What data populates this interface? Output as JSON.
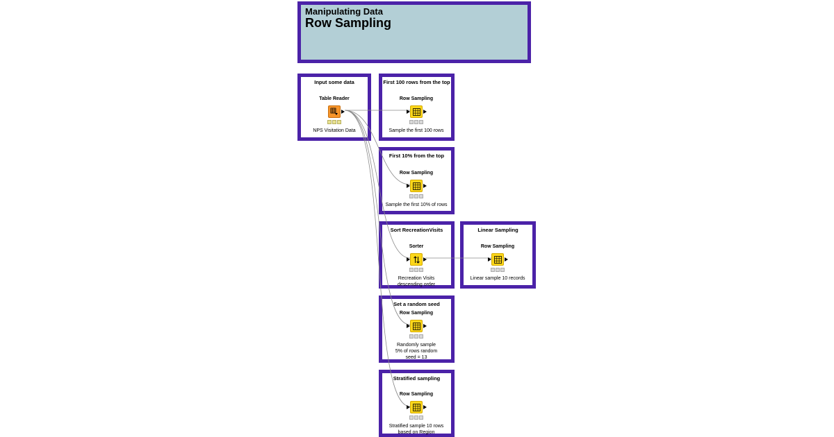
{
  "header": {
    "subtitle": "Manipulating Data",
    "title": "Row Sampling"
  },
  "annotations": [
    {
      "id": "input",
      "title": "Input some data"
    },
    {
      "id": "first100",
      "title": "First 100 rows from the top"
    },
    {
      "id": "first10pct",
      "title": "First 10% from the top"
    },
    {
      "id": "sort",
      "title": "Sort RecreationVisits"
    },
    {
      "id": "linear",
      "title": "Linear Sampling"
    },
    {
      "id": "random",
      "title": "Set a random seed"
    },
    {
      "id": "stratified",
      "title": "Stratified sampling"
    }
  ],
  "nodes": [
    {
      "id": "table-reader",
      "name": "Table Reader",
      "desc": "NPS Visitation Data",
      "icon": "table-reader-icon"
    },
    {
      "id": "sample-first100",
      "name": "Row Sampling",
      "desc": "Sample the first 100 rows",
      "icon": "grid-icon"
    },
    {
      "id": "sample-first10pct",
      "name": "Row Sampling",
      "desc": "Sample the first 10% of rows",
      "icon": "grid-icon"
    },
    {
      "id": "sorter",
      "name": "Sorter",
      "desc": "Recreation Visits descending order",
      "icon": "sort-icon"
    },
    {
      "id": "sample-linear",
      "name": "Row Sampling",
      "desc": "Linear sample 10 records",
      "icon": "grid-icon"
    },
    {
      "id": "sample-random",
      "name": "Row Sampling",
      "desc": "Randomly sample 5% of rows random seed = 13",
      "icon": "grid-icon"
    },
    {
      "id": "sample-stratified",
      "name": "Row Sampling",
      "desc": "Stratified sample 10 rows based on Region",
      "icon": "grid-icon"
    }
  ],
  "colors": {
    "annotation_border": "#4b22a8",
    "header_fill": "#b3cfd6",
    "node_yellow": "#fcd71a",
    "node_orange": "#f7952a"
  }
}
